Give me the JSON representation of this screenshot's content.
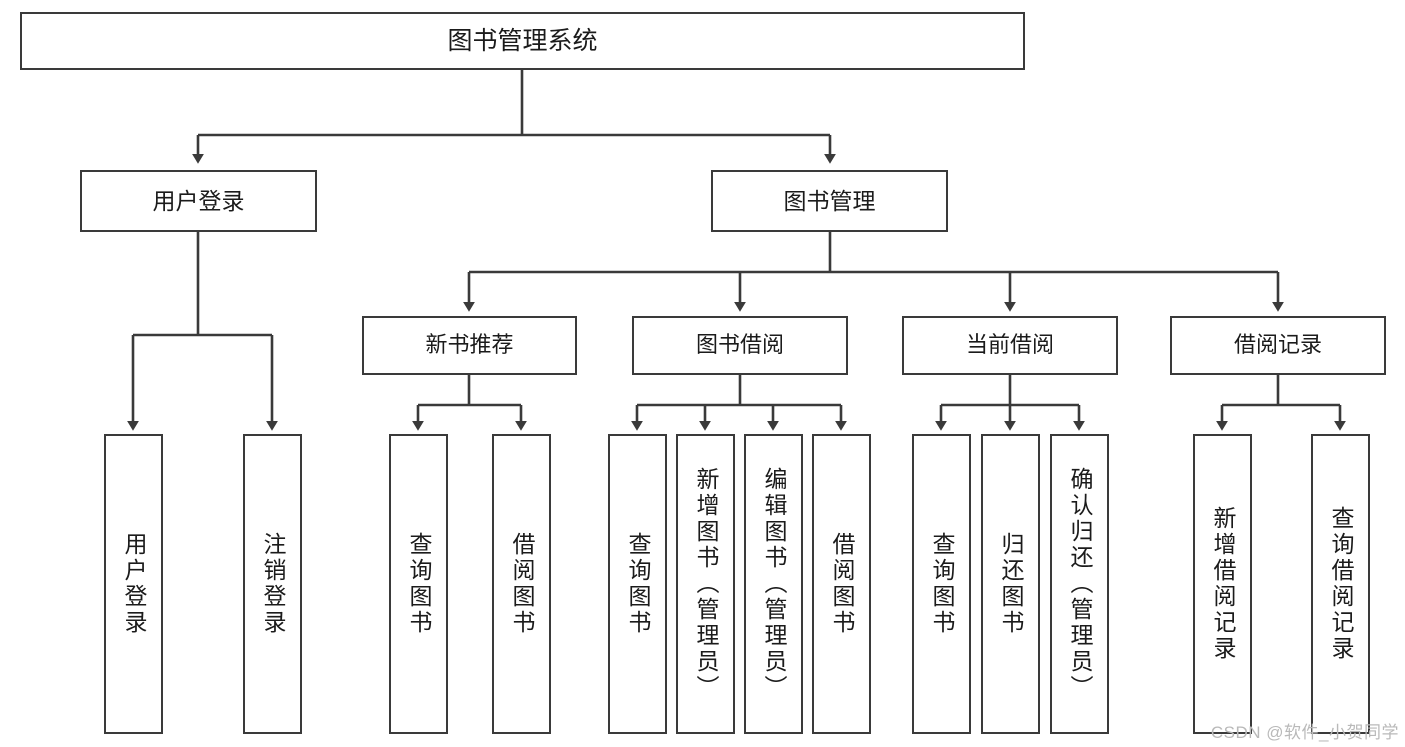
{
  "diagram": {
    "title": "图书管理系统",
    "type": "hierarchy-tree",
    "root": {
      "label": "图书管理系统"
    },
    "level1": [
      {
        "label": "用户登录"
      },
      {
        "label": "图书管理"
      }
    ],
    "level2": [
      {
        "label": "新书推荐"
      },
      {
        "label": "图书借阅"
      },
      {
        "label": "当前借阅"
      },
      {
        "label": "借阅记录"
      }
    ],
    "leaves": {
      "user_login": [
        {
          "label": "用户登录"
        },
        {
          "label": "注销登录"
        }
      ],
      "new_book": [
        {
          "label": "查询图书"
        },
        {
          "label": "借阅图书"
        }
      ],
      "book_borrow": [
        {
          "label": "查询图书"
        },
        {
          "label": "新增图书（管理员）"
        },
        {
          "label": "编辑图书（管理员）"
        },
        {
          "label": "借阅图书"
        }
      ],
      "current_borrow": [
        {
          "label": "查询图书"
        },
        {
          "label": "归还图书"
        },
        {
          "label": "确认归还（管理员）"
        }
      ],
      "borrow_record": [
        {
          "label": "新增借阅记录"
        },
        {
          "label": "查询借阅记录"
        }
      ]
    }
  },
  "watermark": {
    "text": "CSDN @软件_小贺同学"
  },
  "colors": {
    "box_border": "#3a3a3a",
    "line": "#3a3a3a",
    "text": "#1b1b1b",
    "background": "#ffffff",
    "watermark": "#b9b9b9"
  }
}
